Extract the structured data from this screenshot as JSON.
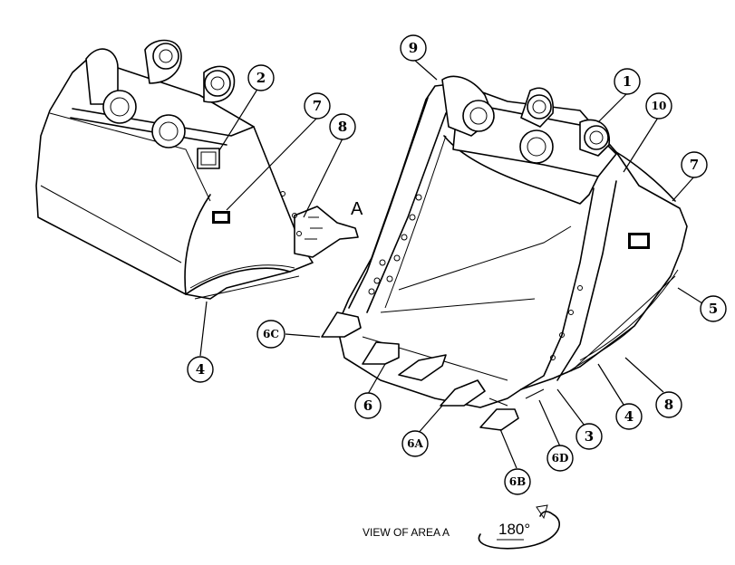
{
  "callouts": {
    "c1": "1",
    "c2": "2",
    "c3": "3",
    "c4a": "4",
    "c4b": "4",
    "c5": "5",
    "c6": "6",
    "c6a": "6A",
    "c6b": "6B",
    "c6c": "6C",
    "c6d": "6D",
    "c7a": "7",
    "c7b": "7",
    "c8a": "8",
    "c8b": "8",
    "c9": "9",
    "c10": "10"
  },
  "labels": {
    "area_marker": "A",
    "view_caption": "VIEW OF AREA A",
    "rotation": "180°"
  }
}
